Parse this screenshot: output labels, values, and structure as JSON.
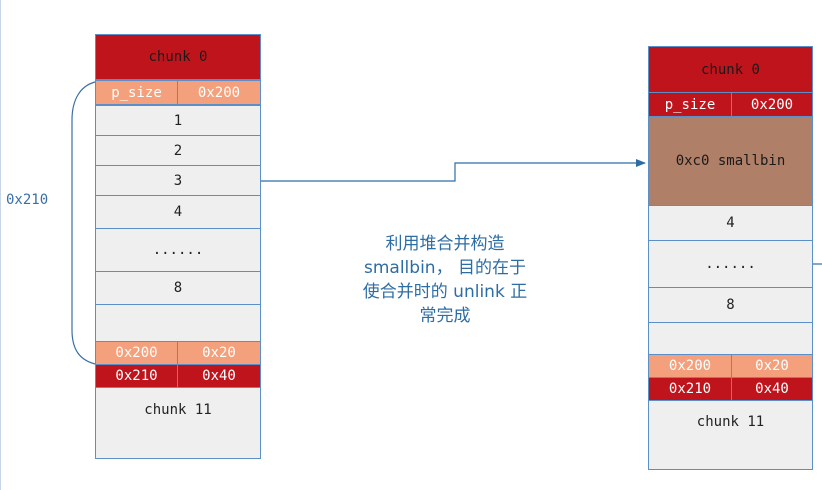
{
  "left": {
    "chunk0": "chunk 0",
    "p_size_label": "p_size",
    "p_size_value": "0x200",
    "rows": [
      "1",
      "2",
      "3",
      "4",
      "......",
      "8",
      ""
    ],
    "prev_size": "0x200",
    "prev_size2": "0x20",
    "size": "0x210",
    "size2": "0x40",
    "chunk11": "chunk 11"
  },
  "brace_label": "0x210",
  "caption": {
    "line1": "利用堆合并构造",
    "line2": "smallbin， 目的在于",
    "line3": "使合并时的 unlink 正",
    "line4": "常完成"
  },
  "right": {
    "chunk0": "chunk 0",
    "p_size_label": "p_size",
    "p_size_value": "0x200",
    "smallbin": "0xc0 smallbin",
    "rows": [
      "4",
      "......",
      "8",
      ""
    ],
    "prev_size": "0x200",
    "prev_size2": "0x20",
    "size": "0x210",
    "size2": "0x40",
    "chunk11": "chunk 11"
  },
  "colors": {
    "header_red": "#c0141c",
    "salmon": "#f4a07c",
    "cell_gray": "#efefef",
    "smallbin_brown": "#b07f68",
    "line_blue": "#2e6da4"
  }
}
